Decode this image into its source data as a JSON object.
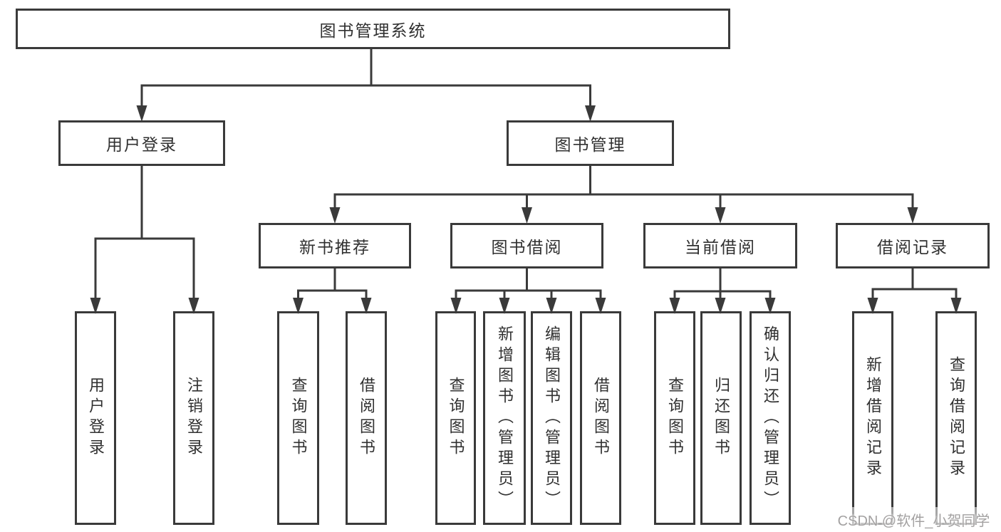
{
  "diagram": {
    "root": {
      "label": "图书管理系统"
    },
    "level2": [
      {
        "id": "user-login",
        "label": "用户登录"
      },
      {
        "id": "book-management",
        "label": "图书管理"
      }
    ],
    "level3": [
      {
        "id": "new-book-recommend",
        "label": "新书推荐",
        "parent": "book-management"
      },
      {
        "id": "book-borrow",
        "label": "图书借阅",
        "parent": "book-management"
      },
      {
        "id": "current-borrow",
        "label": "当前借阅",
        "parent": "book-management"
      },
      {
        "id": "borrow-records",
        "label": "借阅记录",
        "parent": "book-management"
      }
    ],
    "leaves": [
      {
        "id": "user-login",
        "label": "用户登录",
        "parent": "user-login"
      },
      {
        "id": "logout",
        "label": "注销登录",
        "parent": "user-login"
      },
      {
        "id": "query-books",
        "label": "查询图书",
        "parent": "new-book-recommend"
      },
      {
        "id": "borrow-books",
        "label": "借阅图书",
        "parent": "new-book-recommend"
      },
      {
        "id": "query-books",
        "label": "查询图书",
        "parent": "book-borrow"
      },
      {
        "id": "add-book-admin",
        "label": "新增图书（管理员）",
        "parent": "book-borrow"
      },
      {
        "id": "edit-book-admin",
        "label": "编辑图书（管理员）",
        "parent": "book-borrow"
      },
      {
        "id": "borrow-books",
        "label": "借阅图书",
        "parent": "book-borrow"
      },
      {
        "id": "query-books",
        "label": "查询图书",
        "parent": "current-borrow"
      },
      {
        "id": "return-book",
        "label": "归还图书",
        "parent": "current-borrow"
      },
      {
        "id": "confirm-return-admin",
        "label": "确认归还（管理员）",
        "parent": "current-borrow"
      },
      {
        "id": "add-borrow-record",
        "label": "新增借阅记录",
        "parent": "borrow-records"
      },
      {
        "id": "query-borrow-record",
        "label": "查询借阅记录",
        "parent": "borrow-records"
      }
    ]
  },
  "watermark": {
    "text": "CSDN @软件_小贺同学"
  },
  "colors": {
    "line": "#3a3a3a",
    "text": "#303030",
    "bg": "#ffffff",
    "watermark": "#a3a1a1"
  }
}
